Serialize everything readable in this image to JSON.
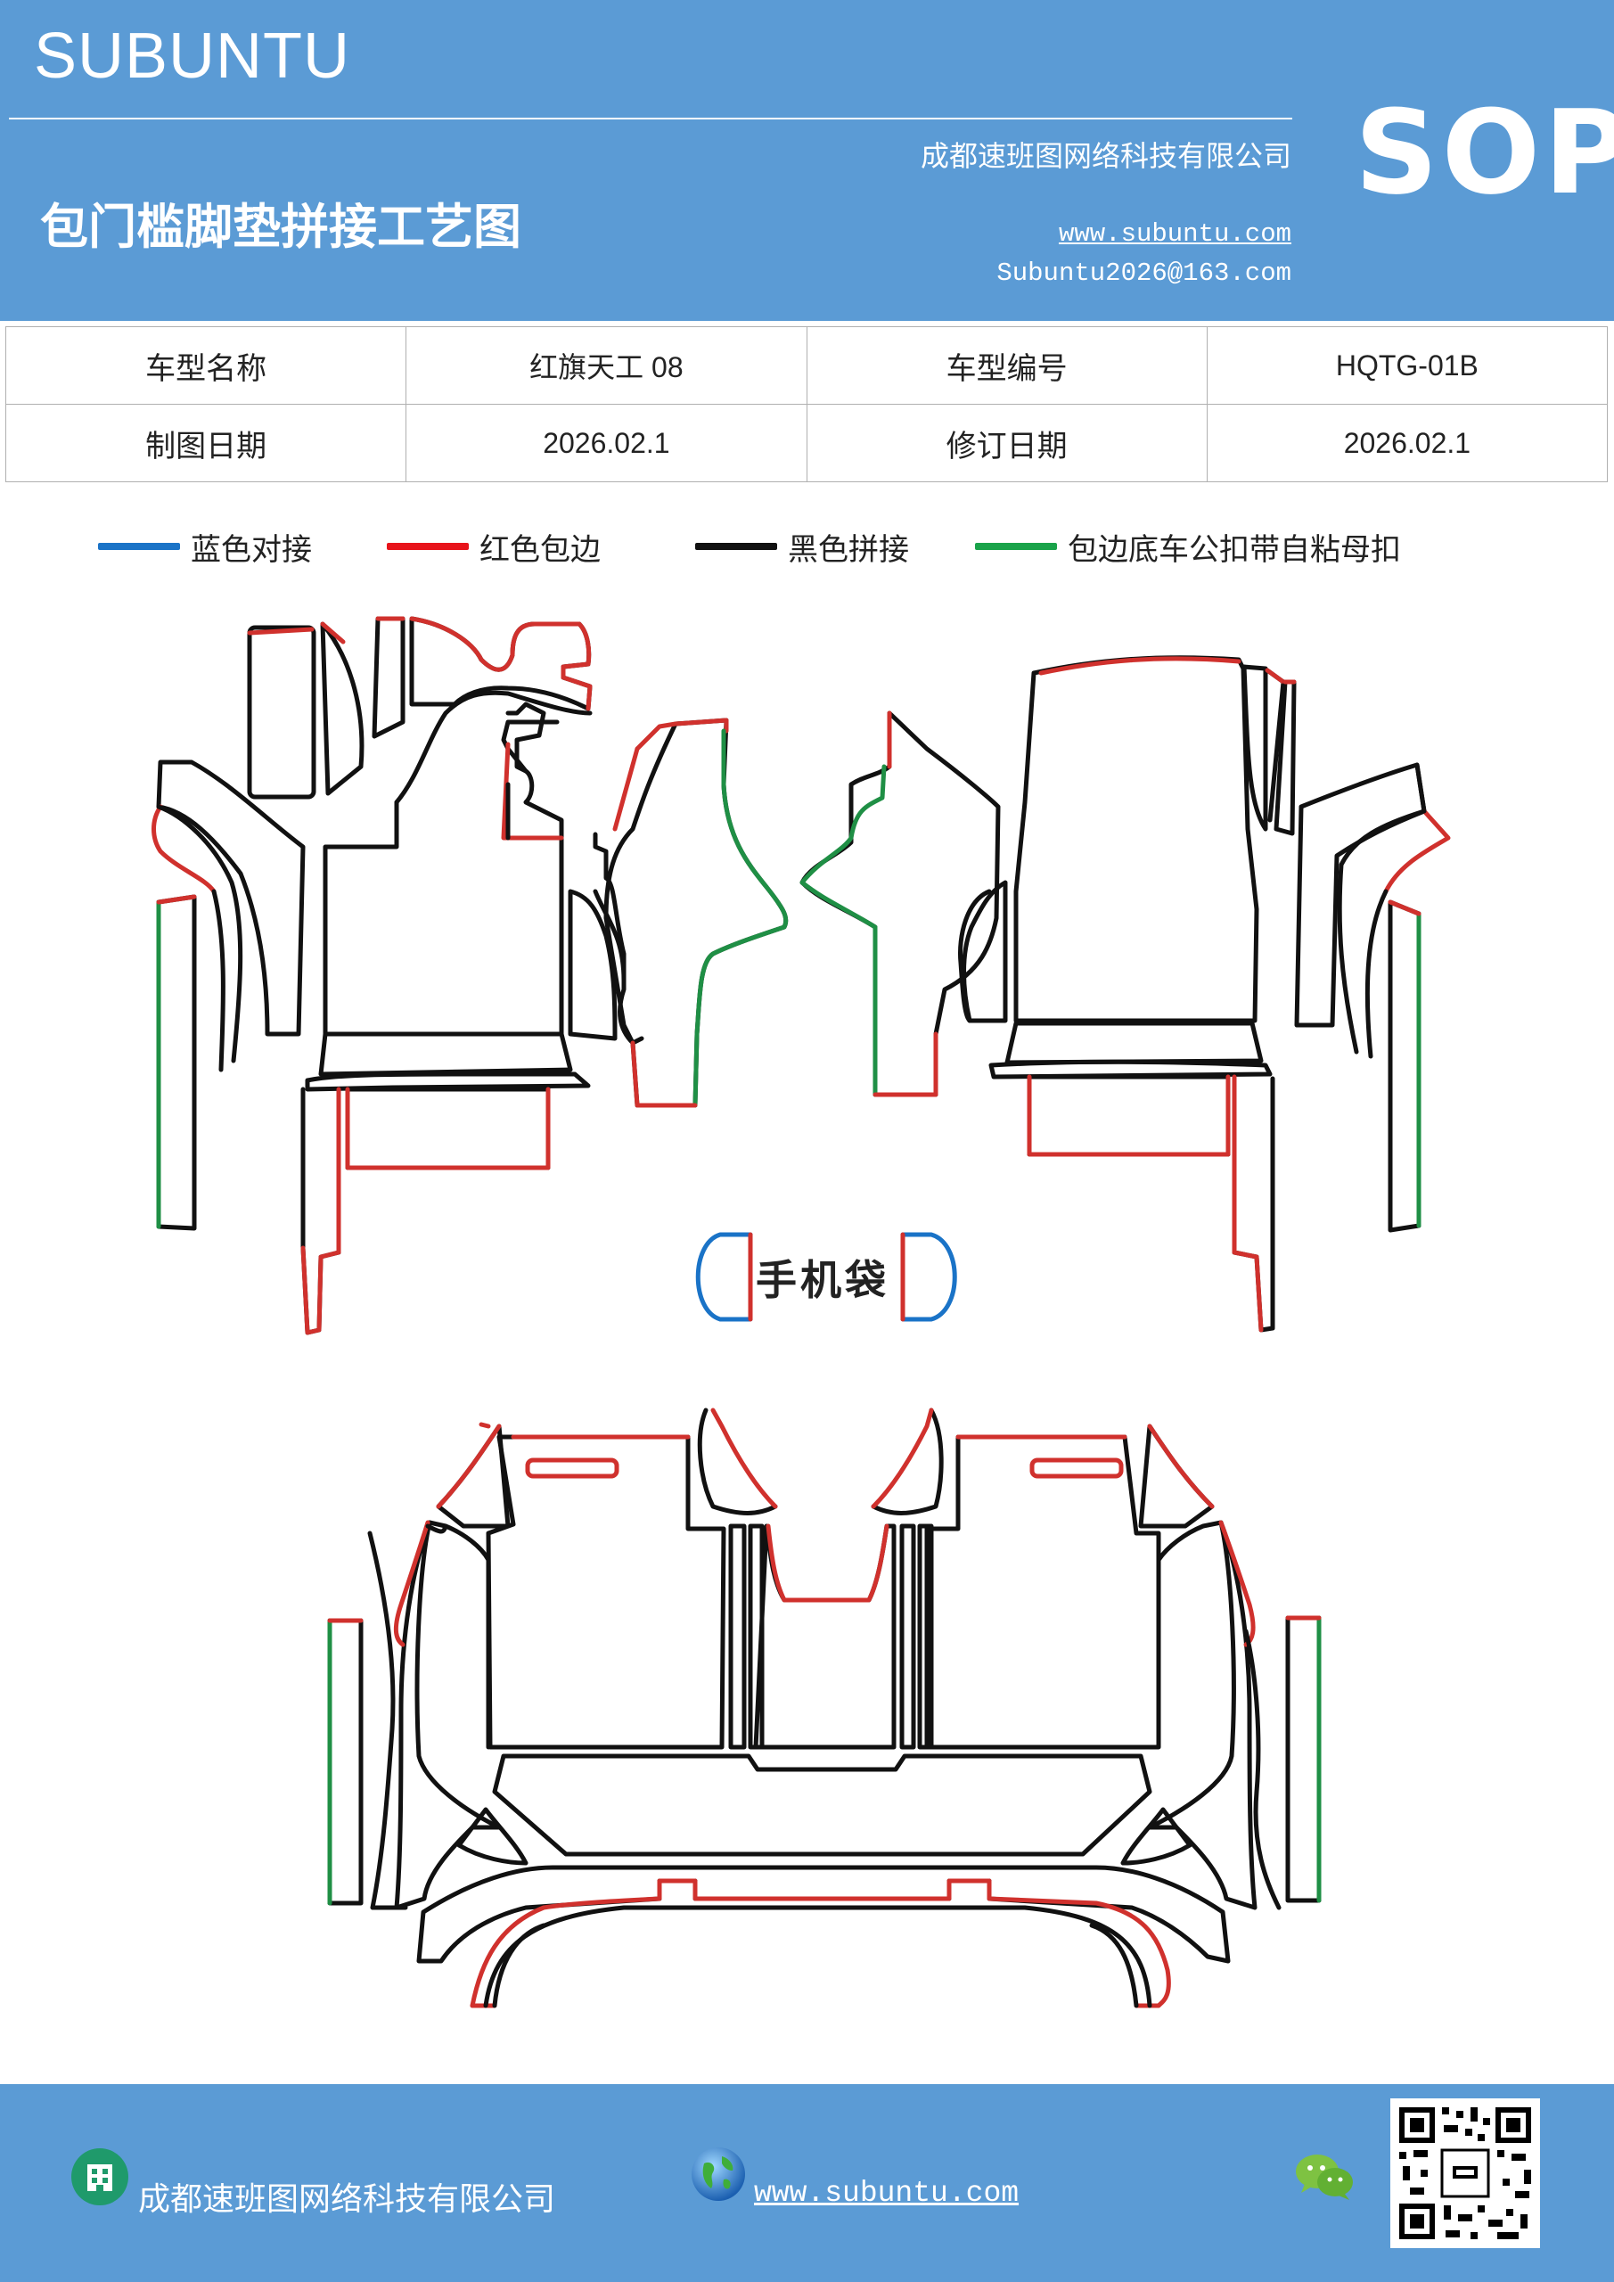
{
  "header": {
    "brand": "SUBUNTU",
    "doc_type": "SOP",
    "title": "包门槛脚垫拼接工艺图",
    "company": "成都速班图网络科技有限公司",
    "website": "www.subuntu.com",
    "email": "Subuntu2026@163.com",
    "background_color": "#5b9bd5"
  },
  "info_table": {
    "rows": [
      {
        "label1": "车型名称",
        "value1": "红旗天工 08",
        "label2": "车型编号",
        "value2": "HQTG-01B"
      },
      {
        "label1": "制图日期",
        "value1": "2026.02.1",
        "label2": "修订日期",
        "value2": "2026.02.1"
      }
    ]
  },
  "legend": {
    "items": [
      {
        "label": "蓝色对接",
        "color": "#1a73c7"
      },
      {
        "label": "红色包边",
        "color": "#e8141b"
      },
      {
        "label": "黑色拼接",
        "color": "#111111"
      },
      {
        "label": "包边底车公扣带自粘母扣",
        "color": "#1aa34a"
      }
    ]
  },
  "diagram": {
    "phone_pocket_label": "手机袋",
    "line_colors": {
      "blue": "#1a73c7",
      "red": "#d0312d",
      "black": "#111111",
      "green": "#1f8f45"
    }
  },
  "footer": {
    "company": "成都速班图网络科技有限公司",
    "website": "www.subuntu.com",
    "icons": [
      "building-icon",
      "globe-icon",
      "wechat-icon",
      "qr-code"
    ]
  }
}
